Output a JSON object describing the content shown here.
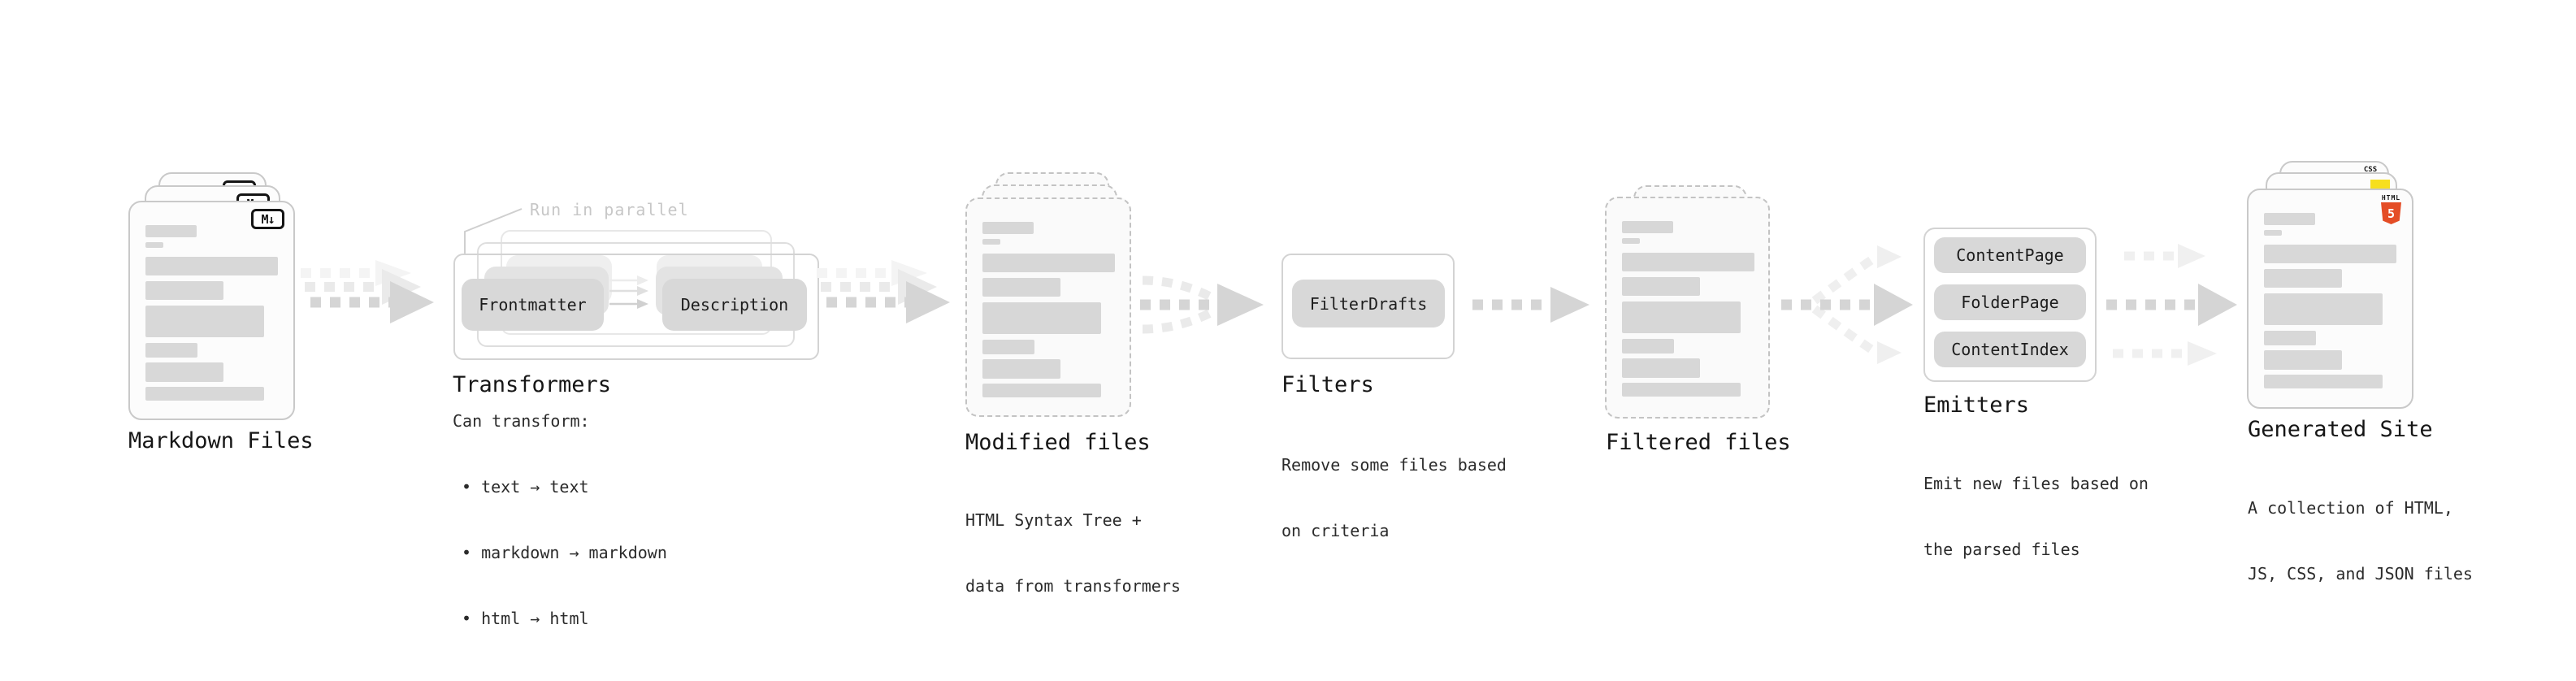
{
  "stages": {
    "markdown": {
      "label": "Markdown Files",
      "badge": "M↓"
    },
    "transformers": {
      "title": "Transformers",
      "annotation": "Run in parallel",
      "pill_left": "Frontmatter",
      "pill_right": "Description",
      "desc_title": "Can transform:",
      "bullets": [
        "• text → text",
        "• markdown → markdown",
        "• html → html"
      ]
    },
    "modified": {
      "label": "Modified files",
      "sub1": "HTML Syntax Tree +",
      "sub2": "data from transformers"
    },
    "filters": {
      "title": "Filters",
      "pill": "FilterDrafts",
      "sub1": "Remove some files based",
      "sub2": "on criteria"
    },
    "filtered": {
      "label": "Filtered files"
    },
    "emitters": {
      "title": "Emitters",
      "pills": [
        "ContentPage",
        "FolderPage",
        "ContentIndex"
      ],
      "sub1": "Emit new files based on",
      "sub2": "the parsed files"
    },
    "generated": {
      "label": "Generated Site",
      "sub1": "A collection of HTML,",
      "sub2": "JS, CSS, and JSON files",
      "badge_css": "CSS",
      "badge_html": "HTML",
      "badge_html_num": "5"
    }
  },
  "colors": {
    "html5_orange": "#e44d26",
    "js_yellow": "#f7df1e",
    "css_blue": "#2f5be8",
    "placeholder_bar": "#d8d8d8",
    "pill_gray": "#d8d8d8",
    "arrow_dark": "#d5d5d5",
    "arrow_light": "#eaeaea",
    "arrow_faint": "#f4f4f4"
  }
}
